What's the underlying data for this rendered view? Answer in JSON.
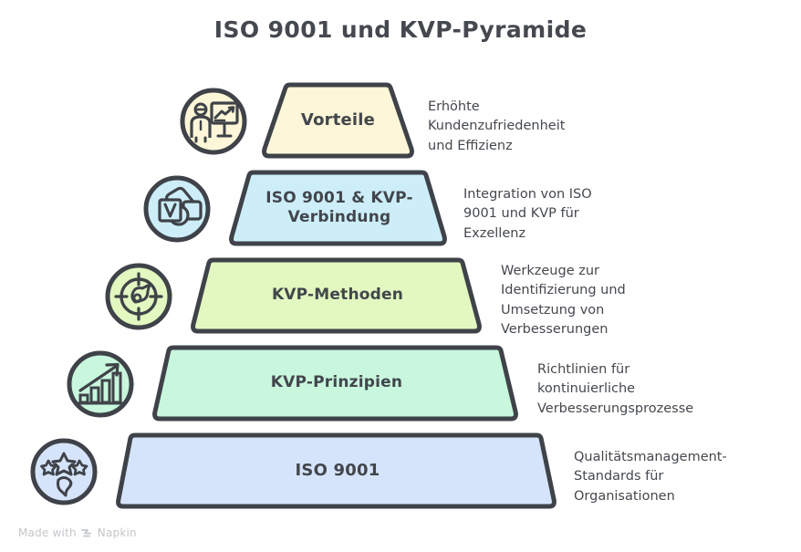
{
  "title": "ISO 9001 und KVP-Pyramide",
  "watermark": {
    "text_before": "Made with",
    "brand": "Napkin",
    "logo_icon": "napkin-chevrons-icon"
  },
  "colors": {
    "outline": "#3f4349",
    "text": "#42464c",
    "background": "#ffffff",
    "level_1_fill": "#fdf6d8",
    "level_2_fill": "#cdeef9",
    "level_3_fill": "#e2f8c0",
    "level_4_fill": "#c8f7dd",
    "level_5_fill": "#d6e4fb",
    "watermark": "#c3c6ca"
  },
  "pyramid": {
    "levels": [
      {
        "label": "Vorteile",
        "description": "Erhöhte\nKundenzufriedenheit\nund Effizienz",
        "icon": "presentation-growth-person-icon",
        "fill": "#fdf6d8"
      },
      {
        "label": "ISO 9001 & KVP-Verbindung",
        "description": "Integration von ISO\n9001 und KVP für\nExzellenz",
        "icon": "overlapping-shapes-v-icon",
        "fill": "#cdeef9"
      },
      {
        "label": "KVP-Methoden",
        "description": "Werkzeuge zur\nIdentifizierung und\nUmsetzung von\nVerbesserungen",
        "icon": "target-gauge-icon",
        "fill": "#e2f8c0"
      },
      {
        "label": "KVP-Prinzipien",
        "description": "Richtlinien für\nkontinuierliche\nVerbesserungsprozesse",
        "icon": "growth-bar-chart-icon",
        "fill": "#c8f7dd"
      },
      {
        "label": "ISO 9001",
        "description": "Qualitätsmanagement-\nStandards für\nOrganisationen",
        "icon": "stars-quality-badge-icon",
        "fill": "#d6e4fb"
      }
    ]
  }
}
